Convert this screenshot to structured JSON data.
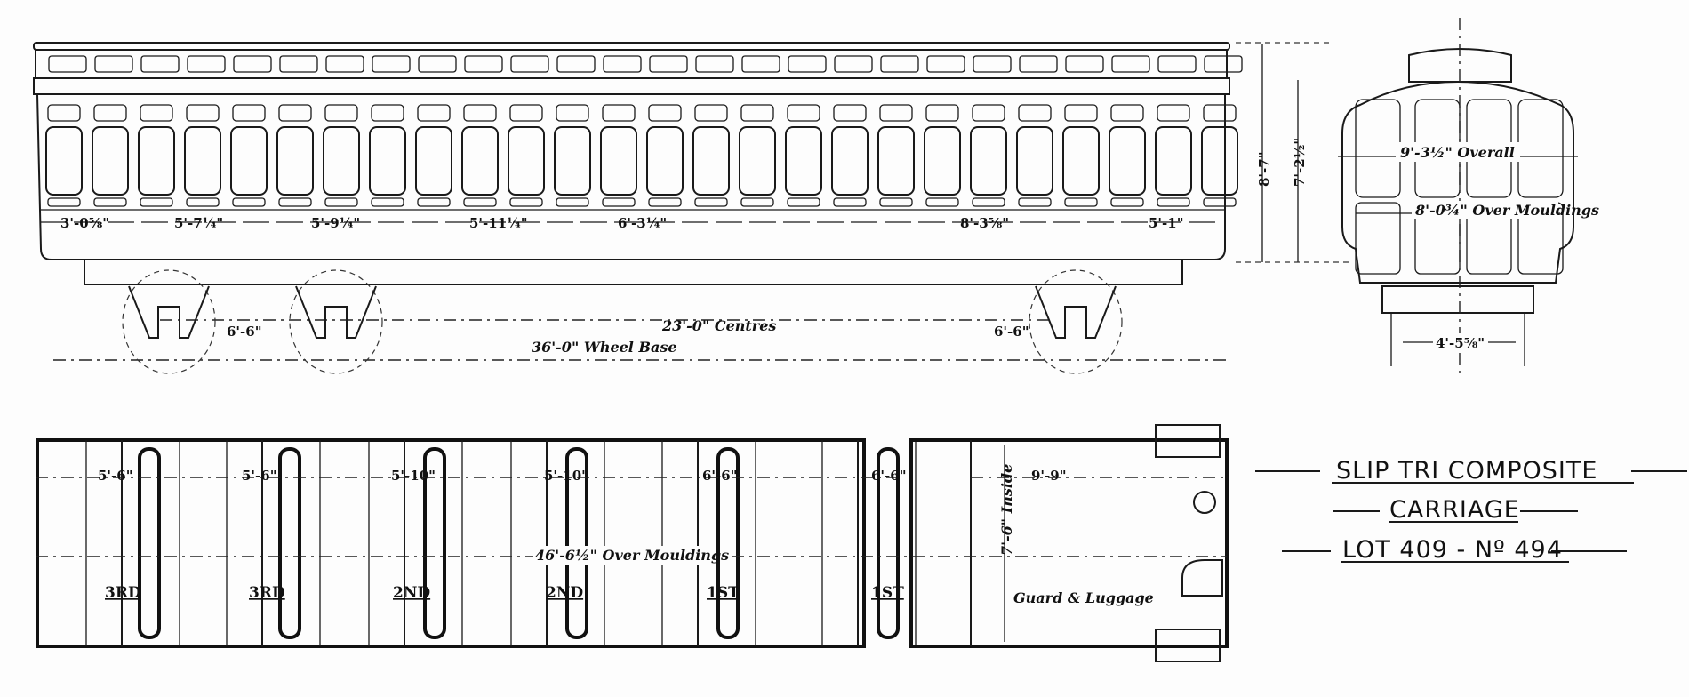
{
  "title": {
    "line1": "SLIP TRI COMPOSITE",
    "line2": "CARRIAGE",
    "line3": "LOT 409 - Nº 494"
  },
  "side_elevation": {
    "compartment_dims": [
      "3'-0⅝\"",
      "5'-7¼\"",
      "5'-9¼\"",
      "5'-11¼\"",
      "6'-3¼\"",
      "8'-3⅝\"",
      "5'-1\""
    ],
    "bogie_wheelbase_left": "6'-6\"",
    "bogie_wheelbase_right": "6'-6\"",
    "bogie_centres": "23'-0\" Centres",
    "wheel_base": "36'-0\" Wheel Base",
    "height_overall": "8'-7\"",
    "height_body": "7'-2½\""
  },
  "end_view": {
    "width_overall": "9'-3½\" Overall",
    "width_mouldings": "8'-0¾\" Over Mouldings",
    "gauge": "4'-5⅝\""
  },
  "plan": {
    "compartment_dims": [
      "5'-6\"",
      "5'-6\"",
      "5'-10\"",
      "5'-10\"",
      "6'-6\"",
      "6'-6\""
    ],
    "classes": [
      "3RD",
      "3RD",
      "2ND",
      "2ND",
      "1ST",
      "1ST"
    ],
    "length": "46'-6½\" Over Mouldings",
    "guard_length": "9'-9\"",
    "inside_width": "7'-6\" Inside",
    "guard_label": "Guard & Luggage"
  }
}
